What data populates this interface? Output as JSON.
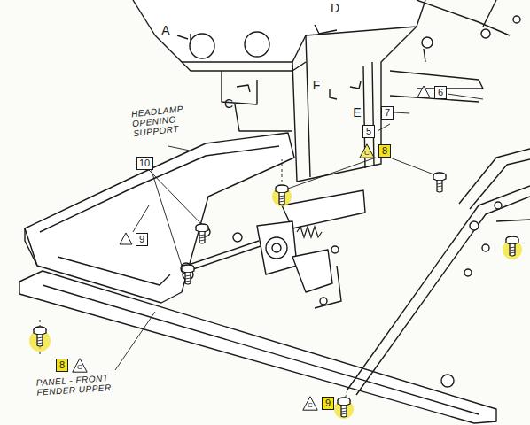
{
  "diagram": {
    "nodes": [
      {
        "text": [
          "6"
        ]
      },
      {
        "text": [
          "7"
        ]
      },
      {
        "text": [
          "5"
        ]
      },
      {
        "text": [
          "10"
        ]
      },
      {
        "text": [
          "C"
        ]
      },
      {
        "text": [
          "8"
        ]
      },
      {
        "text": [
          "9"
        ]
      },
      {
        "text": [
          "8"
        ]
      },
      {
        "text": [
          "C"
        ]
      },
      {
        "text": [
          "C"
        ]
      },
      {
        "text": [
          "9"
        ]
      }
    ],
    "labels": [
      "A",
      "D",
      "C",
      "F",
      "E",
      "HEADLAMP OPENING SUPPORT",
      "PANEL - FRONT FENDER UPPER"
    ]
  }
}
